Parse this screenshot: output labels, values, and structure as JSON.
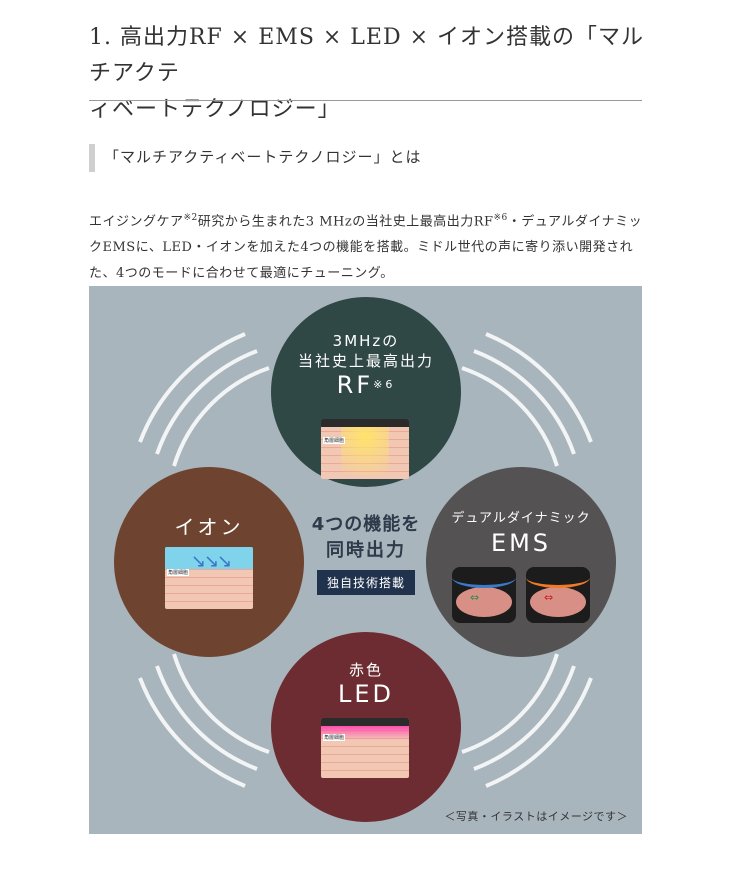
{
  "heading": {
    "line1": "1. 高出力RF × EMS × LED × イオン搭載の「マルチアクテ",
    "line2": "ィベートテクノロジー」"
  },
  "subheading": "「マルチアクティベートテクノロジー」とは",
  "body": {
    "part1": "エイジングケア",
    "sup1": "※2",
    "part2": "研究から生まれた3 MHzの当社史上最高出力RF",
    "sup2": "※6",
    "part3": "・デュアルダイナミックEMSに、LED・イオンを加えた4つの機能を搭載。ミドル世代の声に寄り添い開発された、4つのモードに合わせて最適にチューニング。"
  },
  "diagram": {
    "rf": {
      "line1": "3MHzの",
      "line2": "当社史上最高出力",
      "line3": "RF",
      "note": "※6",
      "skin_label": "角層細胞"
    },
    "ion": {
      "title": "イオン",
      "skin_label": "角層細胞"
    },
    "ems": {
      "line1": "デュアルダイナミック",
      "line2": "EMS"
    },
    "led": {
      "line1": "赤色",
      "line2": "LED",
      "skin_label": "角層細胞"
    },
    "center": {
      "line1": "4つの機能を",
      "line2": "同時出力",
      "badge": "独自技術搭載"
    },
    "caption": "＜写真・イラストはイメージです＞",
    "colors": {
      "rf": "#2f4745",
      "ion": "#6e4430",
      "ems": "#545252",
      "led": "#6c2c31",
      "panel": "#a9b5bd"
    }
  }
}
